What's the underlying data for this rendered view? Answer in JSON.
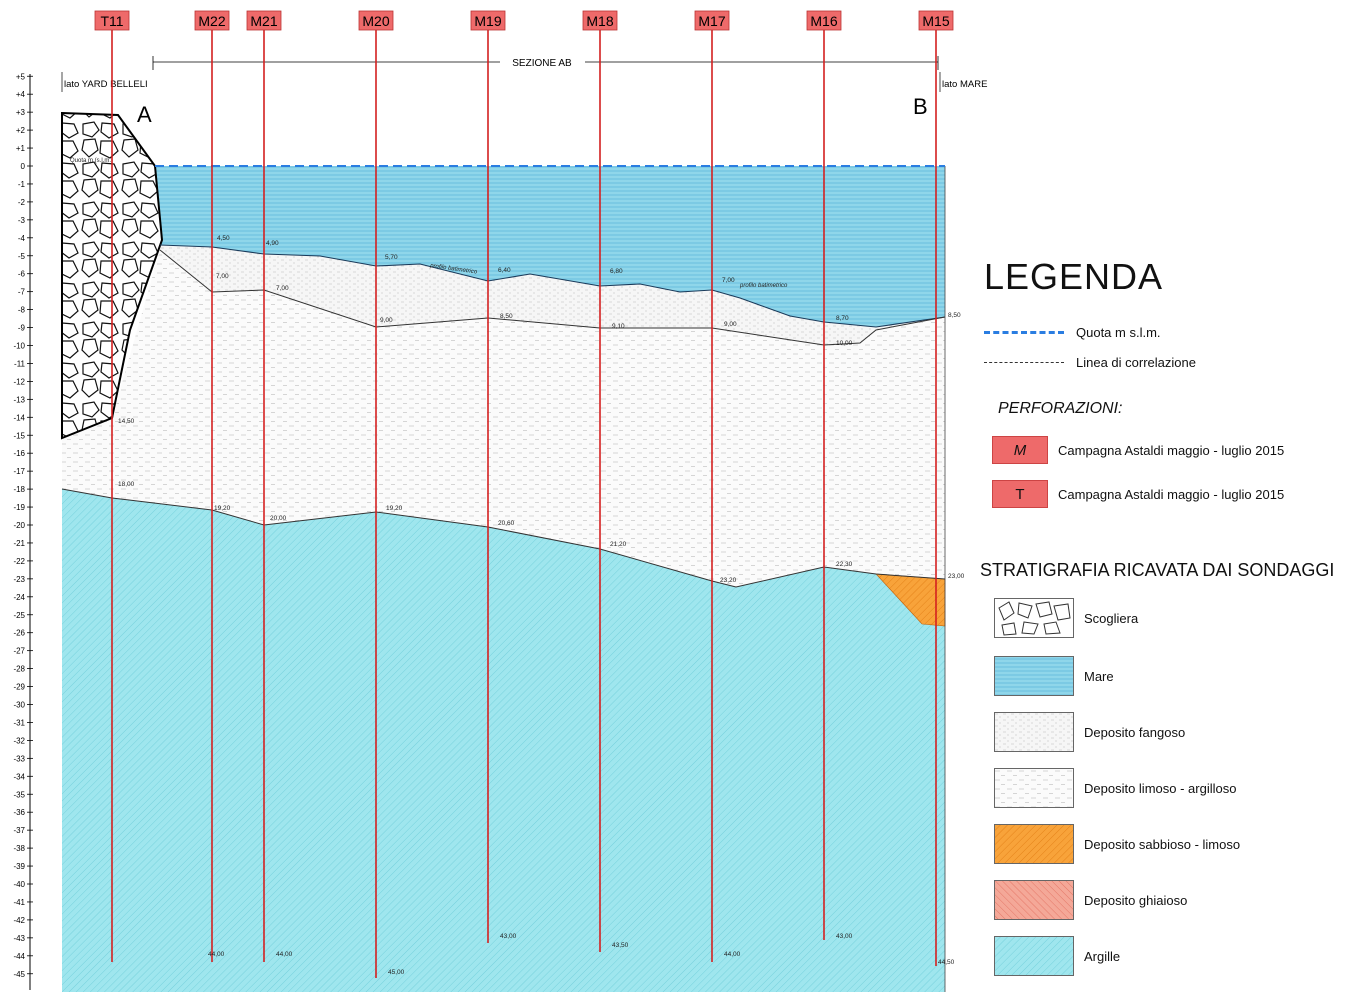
{
  "axis": {
    "ticks": [
      "+5",
      "+4",
      "+3",
      "+2",
      "+1",
      "0",
      "-1",
      "-2",
      "-3",
      "-4",
      "-5",
      "-6",
      "-7",
      "-8",
      "-9",
      "-10",
      "-11",
      "-12",
      "-13",
      "-14",
      "-15",
      "-16",
      "-17",
      "-18",
      "-19",
      "-20",
      "-21",
      "-22",
      "-23",
      "-24",
      "-25",
      "-26",
      "-27",
      "-28",
      "-29",
      "-30",
      "-31",
      "-32",
      "-33",
      "-34",
      "-35",
      "-36",
      "-37",
      "-38",
      "-39",
      "-40",
      "-41",
      "-42",
      "-43",
      "-44",
      "-45"
    ]
  },
  "section": {
    "label": "SEZIONE AB",
    "left_side_label": "lato YARD BELLELI",
    "right_side_label": "lato MARE",
    "point_a": "A",
    "point_b": "B",
    "sea_level_note": "Quota m (s.l.m.)",
    "profile_label_1": "profilo batimetrico",
    "profile_label_2": "profilo batimetrico"
  },
  "boreholes": [
    {
      "id": "T11"
    },
    {
      "id": "M22"
    },
    {
      "id": "M21"
    },
    {
      "id": "M20"
    },
    {
      "id": "M19"
    },
    {
      "id": "M18"
    },
    {
      "id": "M17"
    },
    {
      "id": "M16"
    },
    {
      "id": "M15"
    }
  ],
  "depth_labels": {
    "seabed": [
      "4,50",
      "4,90",
      "5,70",
      "6,40",
      "6,80",
      "7,00",
      "8,70",
      "8,50"
    ],
    "mud_base": [
      "7,00",
      "7,00",
      "9,00",
      "8,50",
      "9,10",
      "9,00",
      "10,00"
    ],
    "clay_top": [
      "14,50",
      "18,00",
      "19,20",
      "20,00",
      "19,20",
      "20,60",
      "21,20",
      "23,20",
      "22,30",
      "23,00"
    ],
    "bottom": [
      "44,00",
      "44,00",
      "45,00",
      "43,00",
      "43,50",
      "44,00",
      "43,00",
      "44,50"
    ]
  },
  "legend": {
    "title": "LEGENDA",
    "lines": [
      {
        "label": "Quota m s.l.m.",
        "color": "#2a7de1"
      },
      {
        "label": "Linea di correlazione",
        "color": "#333333"
      }
    ],
    "perforazioni_title": "PERFORAZIONI:",
    "perforazioni": [
      {
        "code": "M",
        "label": "Campagna Astaldi maggio - luglio 2015"
      },
      {
        "code": "T",
        "label": "Campagna Astaldi maggio - luglio 2015"
      }
    ],
    "stratigrafia_title": "STRATIGRAFIA RICAVATA DAI SONDAGGI",
    "strata": [
      {
        "label": "Scogliera"
      },
      {
        "label": "Mare"
      },
      {
        "label": "Deposito fangoso"
      },
      {
        "label": "Deposito limoso - argilloso"
      },
      {
        "label": "Deposito sabbioso - limoso"
      },
      {
        "label": "Deposito ghiaioso"
      },
      {
        "label": "Argille"
      }
    ]
  },
  "colors": {
    "borehole_line": "#d42020",
    "borehole_tag": "#ee6a6a",
    "sea": "#8fd6ea",
    "clay": "#9fe6ee",
    "sand": "#f28a1a",
    "gravel": "#f2a090",
    "sea_level": "#2a7de1"
  }
}
